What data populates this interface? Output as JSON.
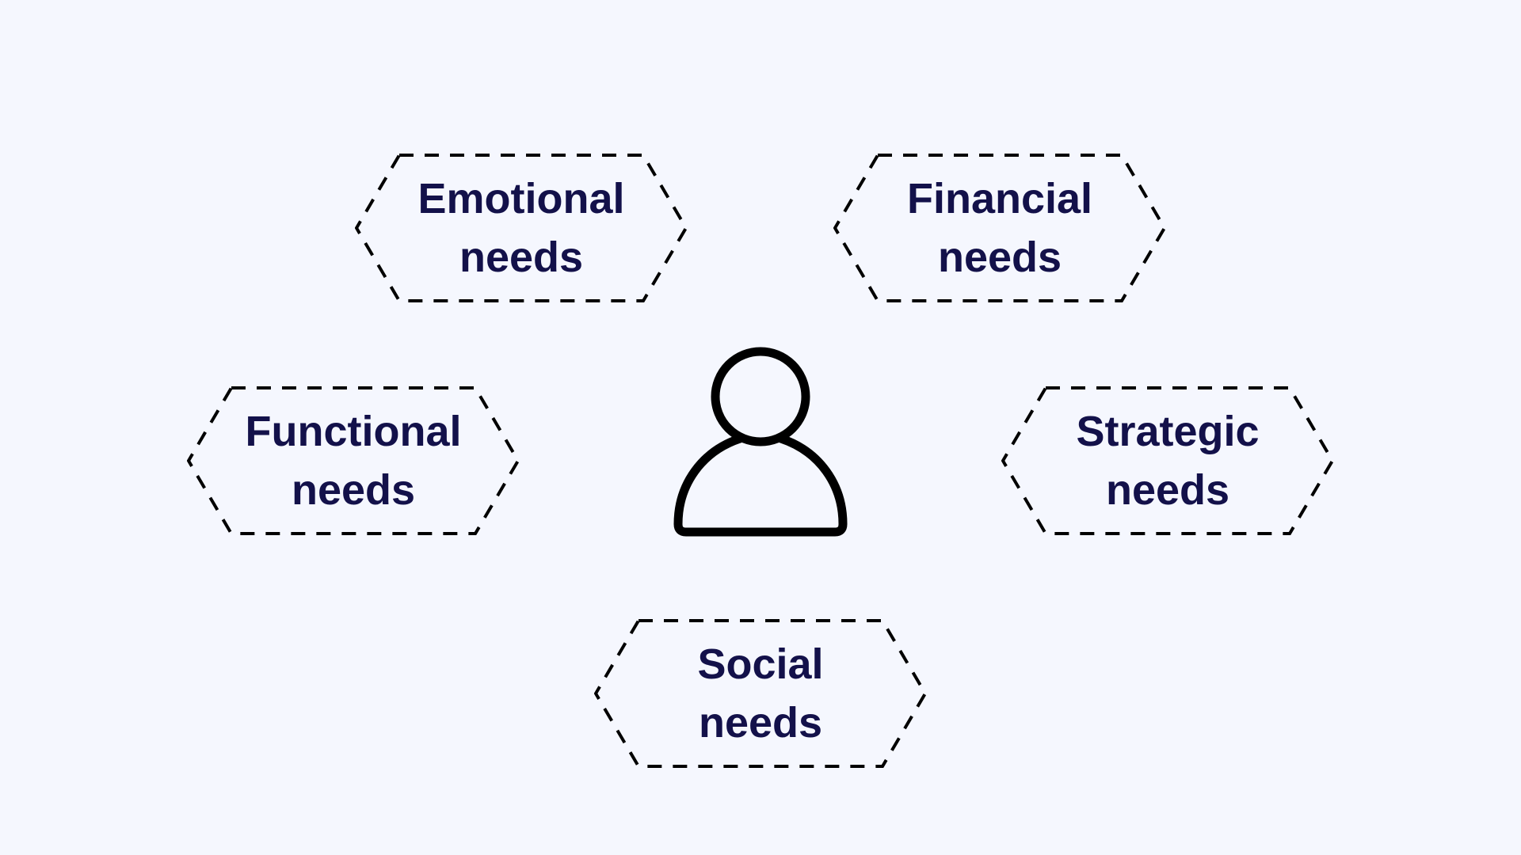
{
  "diagram": {
    "center": {
      "icon": "person-icon"
    },
    "needs": [
      {
        "line1": "Emotional",
        "line2": "needs"
      },
      {
        "line1": "Financial",
        "line2": "needs"
      },
      {
        "line1": "Functional",
        "line2": "needs"
      },
      {
        "line1": "Strategic",
        "line2": "needs"
      },
      {
        "line1": "Social",
        "line2": "needs"
      }
    ]
  },
  "colors": {
    "background": "#F5F7FE",
    "text": "#13114A",
    "stroke": "#000000"
  }
}
